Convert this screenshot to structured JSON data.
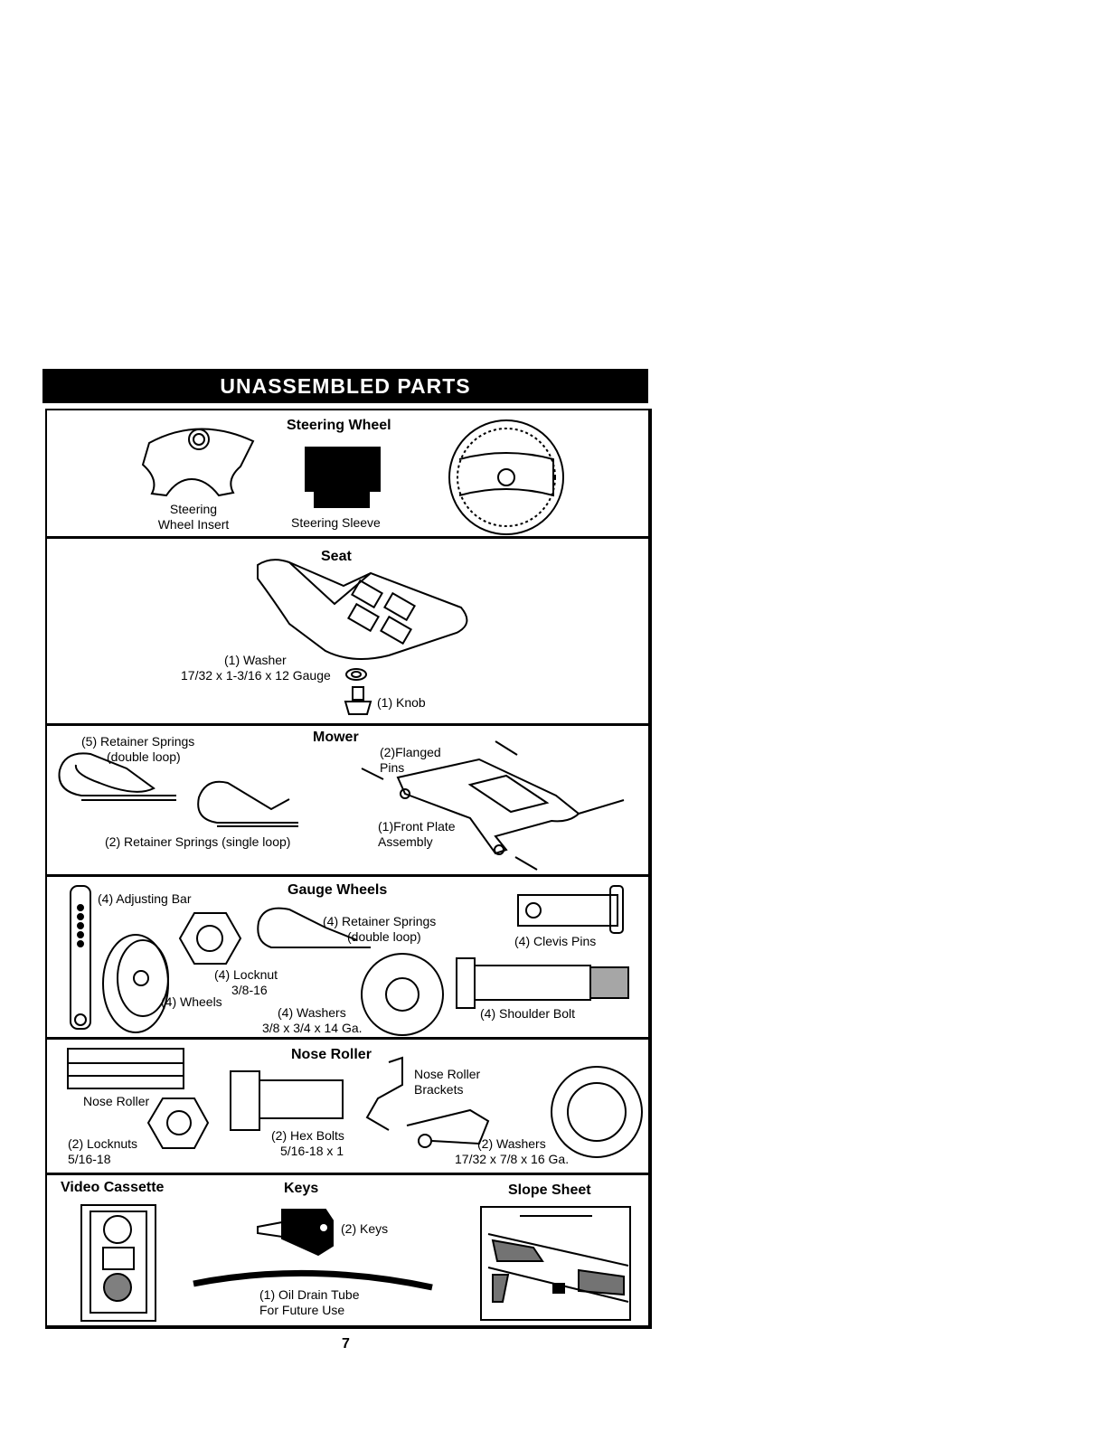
{
  "banner": "UNASSEMBLED PARTS",
  "steering": {
    "heading": "Steering Wheel",
    "insert_l1": "Steering",
    "insert_l2": "Wheel Insert",
    "sleeve": "Steering Sleeve"
  },
  "seat": {
    "heading": "Seat",
    "washer_l1": "(1) Washer",
    "washer_l2": "17/32 x 1-3/16 x 12 Gauge",
    "knob": "(1) Knob"
  },
  "mower": {
    "heading": "Mower",
    "springs_double_l1": "(5)  Retainer Springs",
    "springs_double_l2": "(double loop)",
    "pins_l1": "(2)Flanged",
    "pins_l2": "Pins",
    "plate_l1": "(1)Front Plate",
    "plate_l2": "Assembly",
    "springs_single": "(2)  Retainer Springs (single loop)"
  },
  "gauge": {
    "heading": "Gauge Wheels",
    "adjusting_bar": "(4) Adjusting Bar",
    "springs_l1": "(4)  Retainer Springs",
    "springs_l2": "(double loop)",
    "clevis": "(4) Clevis Pins",
    "locknut_l1": "(4) Locknut",
    "locknut_l2": "3/8-16",
    "wheels": "(4) Wheels",
    "washers_l1": "(4) Washers",
    "washers_l2": "3/8 x 3/4 x 14 Ga.",
    "shoulder": "(4) Shoulder Bolt"
  },
  "nose": {
    "heading": "Nose Roller",
    "roller": "Nose Roller",
    "brackets_l1": "Nose Roller",
    "brackets_l2": "Brackets",
    "locknuts_l1": "(2) Locknuts",
    "locknuts_l2": "5/16-18",
    "hex_l1": "(2) Hex Bolts",
    "hex_l2": "5/16-18 x 1",
    "washers_l1": "(2) Washers",
    "washers_l2": "17/32 x 7/8 x 16 Ga."
  },
  "misc": {
    "video": "Video Cassette",
    "keys_heading": "Keys",
    "slope": "Slope Sheet",
    "keys": "(2) Keys",
    "tube_l1": "(1) Oil Drain Tube",
    "tube_l2": "For Future Use"
  },
  "page_number": "7"
}
